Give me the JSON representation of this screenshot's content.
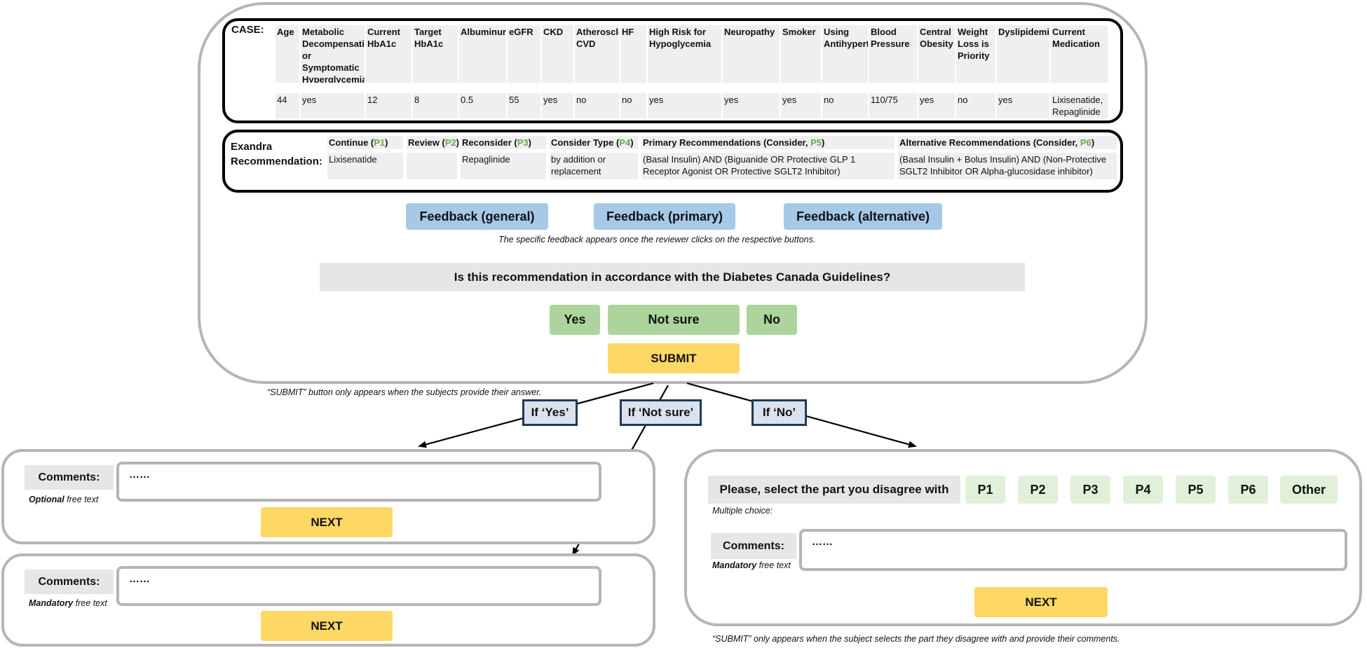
{
  "case": {
    "label": "CASE:",
    "columns": [
      {
        "header": "Age",
        "value": "44"
      },
      {
        "header": "Metabolic Decompensation or Symptomatic Hyperglycemia",
        "value": "yes"
      },
      {
        "header": "Current HbA1c",
        "value": "12"
      },
      {
        "header": "Target HbA1c",
        "value": "8"
      },
      {
        "header": "Albuminuria",
        "value": "0.5"
      },
      {
        "header": "eGFR",
        "value": "55"
      },
      {
        "header": "CKD",
        "value": "yes"
      },
      {
        "header": "Atherosclerotic CVD",
        "value": "no"
      },
      {
        "header": "HF",
        "value": "no"
      },
      {
        "header": "High Risk for Hypoglycemia",
        "value": "yes"
      },
      {
        "header": "Neuropathy",
        "value": "yes"
      },
      {
        "header": "Smoker",
        "value": "yes"
      },
      {
        "header": "Using Antihypertensives",
        "value": "no"
      },
      {
        "header": "Blood Pressure",
        "value": "110/75"
      },
      {
        "header": "Central Obesity",
        "value": "yes"
      },
      {
        "header": "Weight Loss is Priority",
        "value": "no"
      },
      {
        "header": "Dyslipidemia",
        "value": "yes"
      },
      {
        "header": "Current Medication",
        "value": "Lixisenatide, Repaglinide"
      }
    ]
  },
  "recommendation": {
    "label_line1": "Exandra",
    "label_line2": "Recommendation:",
    "columns": [
      {
        "header": "Continue (",
        "tag": "P1",
        "close": ")",
        "value": "Lixisenatide"
      },
      {
        "header": "Review (",
        "tag": "P2",
        "close": ")",
        "value": ""
      },
      {
        "header": "Reconsider (",
        "tag": "P3",
        "close": ")",
        "value": "Repaglinide"
      },
      {
        "header": "Consider Type (",
        "tag": "P4",
        "close": ")",
        "value": "by addition or replacement"
      },
      {
        "header": "Primary Recommendations (Consider, ",
        "tag": "P5",
        "close": ")",
        "value": "(Basal Insulin) AND (Biguanide OR Protective GLP 1 Receptor Agonist OR Protective SGLT2 Inhibitor)"
      },
      {
        "header": "Alternative Recommendations (Consider, ",
        "tag": "P6",
        "close": ")",
        "value": "(Basal Insulin + Bolus Insulin) AND (Non-Protective SGLT2 Inhibitor OR Alpha-glucosidase inhibitor)"
      }
    ]
  },
  "feedback": {
    "general": "Feedback (general)",
    "primary": "Feedback (primary)",
    "alternative": "Feedback (alternative)",
    "note": "The specific feedback appears once the reviewer clicks on the respective buttons."
  },
  "question": "Is this recommendation in accordance with the Diabetes Canada Guidelines?",
  "answers": {
    "yes": "Yes",
    "not_sure": "Not sure",
    "no": "No"
  },
  "submit": {
    "label": "SUBMIT",
    "note": "“SUBMIT” button only appears when the subjects provide their answer."
  },
  "conditions": {
    "yes": "If ‘Yes’",
    "not_sure": "If ‘Not sure’",
    "no": "If ‘No’"
  },
  "yes_panel": {
    "comments_label": "Comments:",
    "input_value": "……",
    "hint_emph": "Optional",
    "hint_rest": " free text",
    "next": "NEXT"
  },
  "notsure_panel": {
    "comments_label": "Comments:",
    "input_value": "……",
    "hint_emph": "Mandatory",
    "hint_rest": " free text",
    "next": "NEXT"
  },
  "no_panel": {
    "select_label": "Please, select the part you disagree with",
    "select_hint": "Multiple choice:",
    "parts": [
      "P1",
      "P2",
      "P3",
      "P4",
      "P5",
      "P6",
      "Other"
    ],
    "comments_label": "Comments:",
    "input_value": "……",
    "hint_emph": "Mandatory",
    "hint_rest": " free text",
    "next": "NEXT",
    "note": "“SUBMIT” only appears when the subject selects the part they disagree with and provide their comments."
  }
}
